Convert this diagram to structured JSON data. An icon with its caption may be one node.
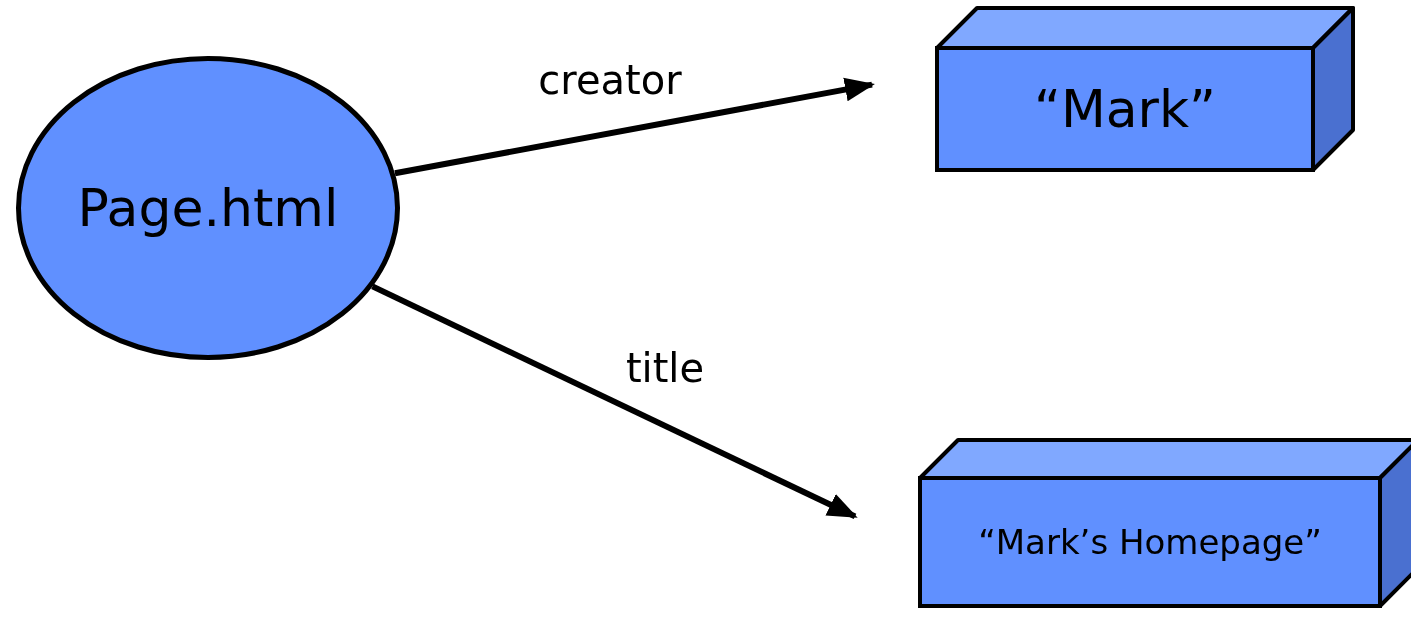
{
  "diagram": {
    "nodes": [
      {
        "text": [
          "Page.html"
        ]
      },
      {
        "text": [
          "“Mark”"
        ]
      },
      {
        "text": [
          "“Mark’s Homepage”"
        ]
      }
    ],
    "edges": [
      {
        "from": 0,
        "to": 1,
        "arrow": "to",
        "label": "creator"
      },
      {
        "from": 0,
        "to": 2,
        "arrow": "to",
        "label": "title"
      }
    ]
  }
}
